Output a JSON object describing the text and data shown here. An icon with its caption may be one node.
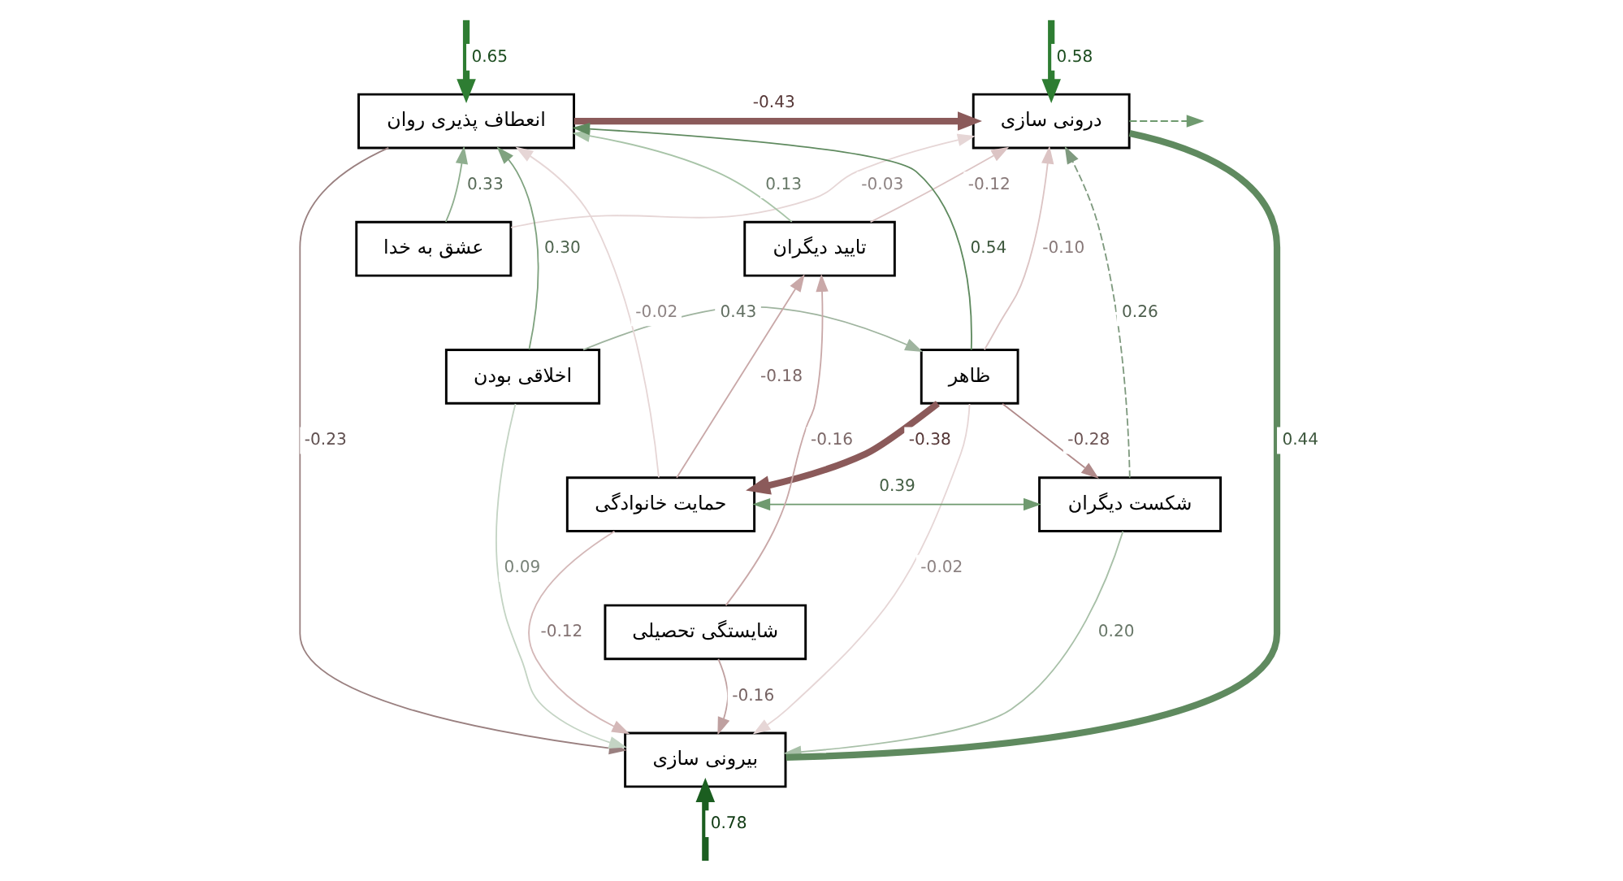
{
  "diagram": {
    "nodes": [
      {
        "text": [
          "انعطاف پذیری روان"
        ]
      },
      {
        "text": [
          "درونی سازی"
        ]
      },
      {
        "text": [
          "عشق به خدا"
        ]
      },
      {
        "text": [
          "تایید دیگران"
        ]
      },
      {
        "text": [
          "اخلاقی بودن"
        ]
      },
      {
        "text": [
          "ظاهر"
        ]
      },
      {
        "text": [
          "حمایت خانوادگی"
        ]
      },
      {
        "text": [
          "شکست دیگران"
        ]
      },
      {
        "text": [
          "شایستگی تحصیلی"
        ]
      },
      {
        "text": [
          "بیرونی سازی"
        ]
      }
    ],
    "edges": [
      {
        "from": null,
        "to": 0,
        "arrow": "to",
        "label": "0.65",
        "style": "thick",
        "color": "#2e7d32"
      },
      {
        "from": null,
        "to": 1,
        "arrow": "to",
        "label": "0.58",
        "style": "thick",
        "color": "#2e7d32"
      },
      {
        "from": 1,
        "to": null,
        "arrow": "to",
        "style": "dashed",
        "color": "#6f9a6f"
      },
      {
        "from": null,
        "to": 9,
        "arrow": "to",
        "label": "0.78",
        "style": "thick",
        "color": "#1b5e20"
      },
      {
        "from": 0,
        "to": 1,
        "arrow": "to",
        "label": "-0.43",
        "style": "thick",
        "color": "#8b5a5a"
      },
      {
        "from": 3,
        "to": 0,
        "arrow": "to",
        "label": "0.13",
        "color": "#a8c4a8"
      },
      {
        "from": 2,
        "to": 0,
        "arrow": "to",
        "label": "0.33",
        "color": "#8fae8f"
      },
      {
        "from": 4,
        "to": 0,
        "arrow": "to",
        "label": "0.30",
        "color": "#7fa27f"
      },
      {
        "from": 5,
        "to": 0,
        "arrow": "to",
        "label": "0.54",
        "color": "#5f8a5f"
      },
      {
        "from": 6,
        "to": 0,
        "arrow": "to",
        "label": "-0.02",
        "color": "#e6d6d6"
      },
      {
        "from": 3,
        "to": 1,
        "arrow": "to",
        "label": "-0.12",
        "color": "#dcc4c4"
      },
      {
        "from": 2,
        "to": 1,
        "arrow": "to",
        "label": "-0.03",
        "color": "#e6d6d6"
      },
      {
        "from": 5,
        "to": 1,
        "arrow": "to",
        "label": "-0.10",
        "color": "#dcc4c4"
      },
      {
        "from": 7,
        "to": 1,
        "arrow": "to",
        "label": "0.26",
        "style": "dashed",
        "color": "#7f9a7f"
      },
      {
        "from": 0,
        "to": 9,
        "arrow": "to",
        "label": "-0.23",
        "color": "#9a8080"
      },
      {
        "from": 9,
        "to": 1,
        "arrow": "none",
        "label": "0.44",
        "style": "thick",
        "color": "#5f8a5f"
      },
      {
        "from": 6,
        "to": 3,
        "arrow": "to",
        "label": "-0.18",
        "color": "#c9a8a8"
      },
      {
        "from": 8,
        "to": 3,
        "arrow": "to",
        "label": "-0.16",
        "color": "#c9a8a8"
      },
      {
        "from": 4,
        "to": 5,
        "arrow": "to",
        "label": "0.43",
        "color": "#9fb49f"
      },
      {
        "from": 5,
        "to": 6,
        "arrow": "to",
        "label": "-0.38",
        "style": "thick",
        "color": "#8b5a5a"
      },
      {
        "from": 5,
        "to": 7,
        "arrow": "to",
        "label": "-0.28",
        "color": "#b08a8a"
      },
      {
        "from": 6,
        "to": 7,
        "arrow": "both",
        "label": "0.39",
        "color": "#6f9a6f"
      },
      {
        "from": 6,
        "to": 9,
        "arrow": "to",
        "label": "-0.12",
        "color": "#d4b8b8"
      },
      {
        "from": 4,
        "to": 9,
        "arrow": "to",
        "label": "0.09",
        "color": "#c4d4c4"
      },
      {
        "from": 8,
        "to": 9,
        "arrow": "to",
        "label": "-0.16",
        "color": "#bfa0a0"
      },
      {
        "from": 5,
        "to": 9,
        "arrow": "to",
        "label": "-0.02",
        "color": "#e6d6d6"
      },
      {
        "from": 7,
        "to": 9,
        "arrow": "to",
        "label": "0.20",
        "color": "#a8c0a8"
      }
    ]
  }
}
